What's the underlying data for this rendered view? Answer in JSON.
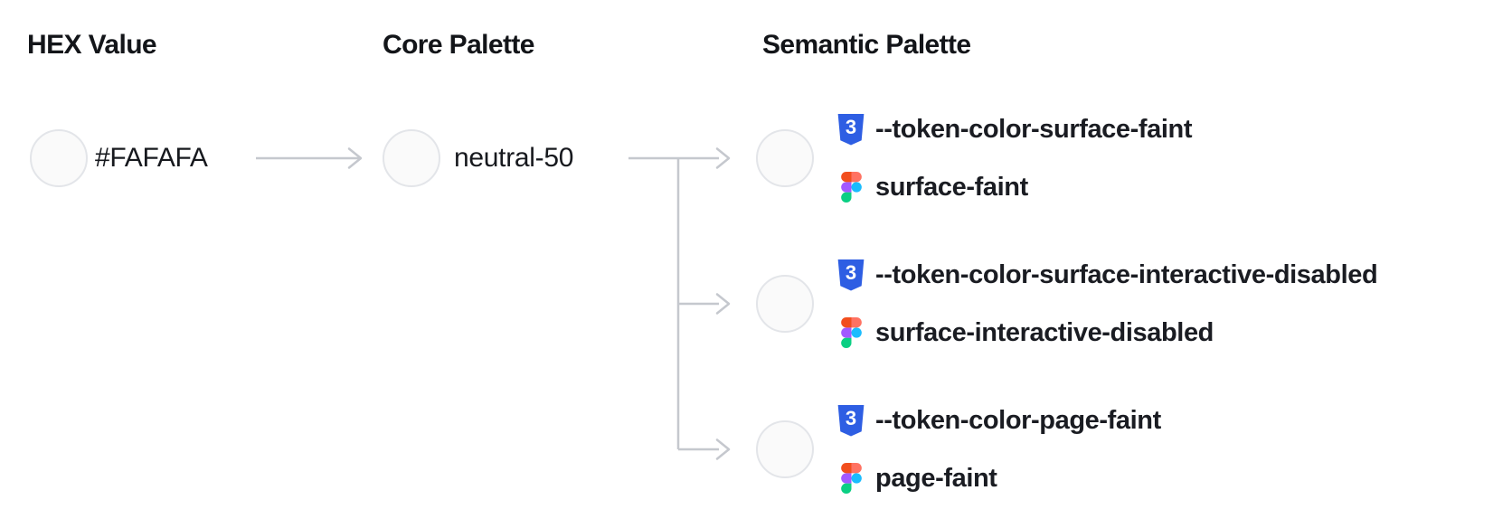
{
  "diagram": {
    "hex_column": {
      "header": "HEX Value",
      "swatch_hex": "#FAFAFA",
      "label": "#FAFAFA"
    },
    "core_column": {
      "header": "Core Palette",
      "swatch_hex": "#FAFAFA",
      "label": "neutral-50"
    },
    "semantic_column": {
      "header": "Semantic Palette",
      "tokens": [
        {
          "swatch_hex": "#FAFAFA",
          "css_variable": "--token-color-surface-faint",
          "figma_style": "surface-faint"
        },
        {
          "swatch_hex": "#FAFAFA",
          "css_variable": "--token-color-surface-interactive-disabled",
          "figma_style": "surface-interactive-disabled"
        },
        {
          "swatch_hex": "#FAFAFA",
          "css_variable": "--token-color-page-faint",
          "figma_style": "page-faint"
        }
      ]
    },
    "icons": {
      "css_badge": "css3-shield-icon",
      "css_badge_glyph": "3",
      "figma_badge": "figma-logo-icon"
    },
    "colors": {
      "text": "#16181D",
      "swatch_fill": "#FAFAFA",
      "swatch_border": "#E3E5E9",
      "connector": "#C5C8CE",
      "css_badge_blue": "#2E5EE3",
      "figma_orange": "#F24E1E",
      "figma_salmon": "#FF7262",
      "figma_purple": "#A259FF",
      "figma_blue": "#1ABCFE",
      "figma_green": "#0ACF83"
    }
  }
}
